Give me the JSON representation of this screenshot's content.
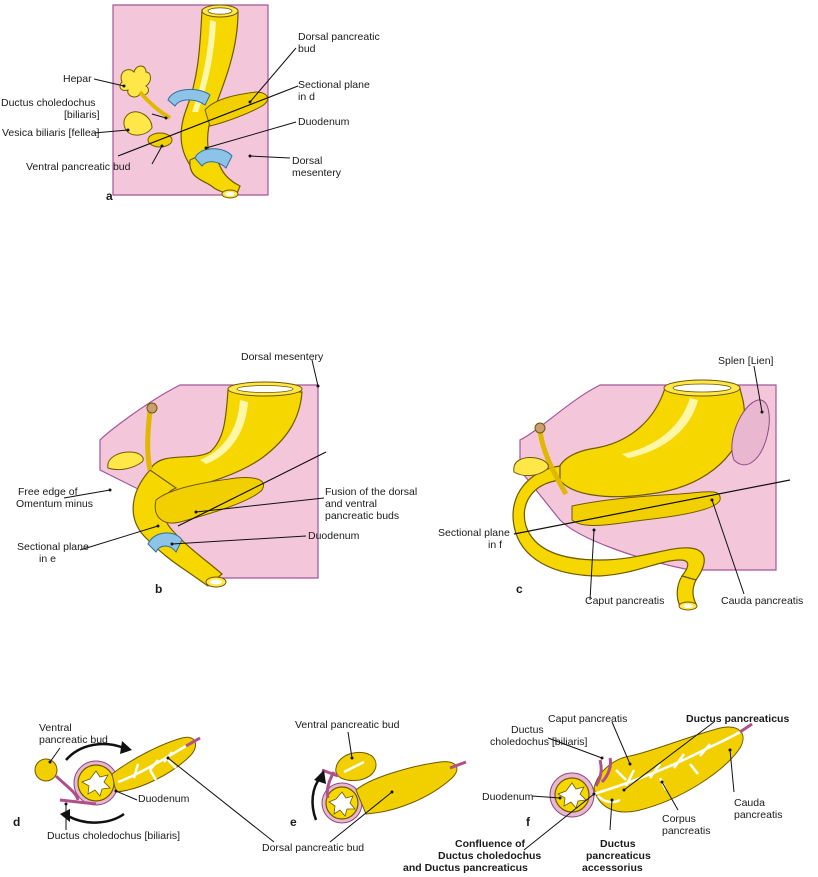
{
  "panels": {
    "a": {
      "letter": "a",
      "labels": {
        "hepar": "Hepar",
        "ductus_choledochus": [
          "Ductus choledochus",
          "[biliaris]"
        ],
        "vesica_biliaris": "Vesica biliaris [fellea]",
        "ventral_bud": "Ventral pancreatic bud",
        "dorsal_bud": [
          "Dorsal pancreatic",
          "bud"
        ],
        "sectional_plane": [
          "Sectional plane",
          "in d"
        ],
        "duodenum": "Duodenum",
        "dorsal_mesentery": [
          "Dorsal",
          "mesentery"
        ]
      }
    },
    "b": {
      "letter": "b",
      "labels": {
        "dorsal_mesentery": "Dorsal mesentery",
        "free_edge": [
          "Free edge of",
          "Omentum minus"
        ],
        "fusion": [
          "Fusion of the dorsal",
          "and ventral",
          "pancreatic buds"
        ],
        "duodenum": "Duodenum",
        "sectional_plane": [
          "Sectional plane",
          "in e"
        ]
      }
    },
    "c": {
      "letter": "c",
      "labels": {
        "splen": "Splen [Lien]",
        "sectional_plane": [
          "Sectional plane",
          "in f"
        ],
        "caput": "Caput pancreatis",
        "cauda": "Cauda pancreatis"
      }
    },
    "d": {
      "letter": "d",
      "labels": {
        "ventral_bud": [
          "Ventral",
          "pancreatic bud"
        ],
        "duodenum": "Duodenum",
        "ductus_choledochus": "Ductus choledochus [biliaris]"
      }
    },
    "e": {
      "letter": "e",
      "labels": {
        "ventral_bud": "Ventral pancreatic bud",
        "dorsal_bud": "Dorsal pancreatic bud"
      }
    },
    "f": {
      "letter": "f",
      "labels": {
        "ductus_choledochus": [
          "Ductus",
          "choledochus [biliaris]"
        ],
        "caput": "Caput pancreatis",
        "ductus_pancreaticus": "Ductus pancreaticus",
        "duodenum": "Duodenum",
        "corpus": [
          "Corpus",
          "pancreatis"
        ],
        "cauda": [
          "Cauda",
          "pancreatis"
        ],
        "confluence": [
          "Confluence of",
          "Ductus choledochus",
          "and Ductus pancreaticus"
        ],
        "accessorius": [
          "Ductus",
          "pancreaticus",
          "accessorius"
        ]
      }
    }
  },
  "colors": {
    "mesentery": "#f4c6da",
    "gut": "#f6d800",
    "peritoneal_fold": "#8ec3e8",
    "duct": "#b0508a"
  }
}
